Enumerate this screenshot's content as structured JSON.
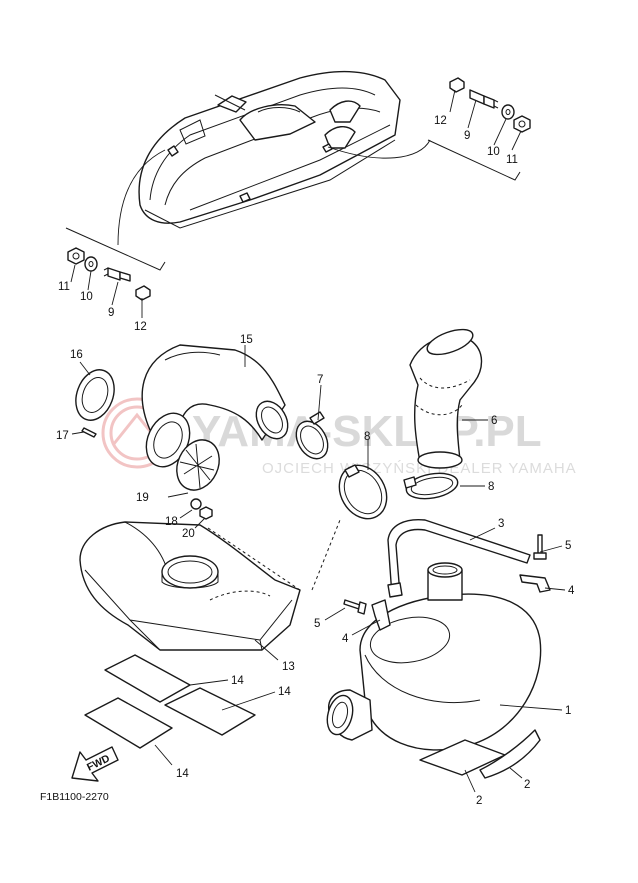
{
  "figure": {
    "reference_code": "F1B1100-2270",
    "direction_label": "FWD"
  },
  "watermark": {
    "main_text": "YAMA-SKLEP.PL",
    "sub_text": "OJCIECH WICZYŃSKI DEALER YAMAHA"
  },
  "callouts": [
    "1",
    "2",
    "2",
    "3",
    "4",
    "4",
    "5",
    "5",
    "6",
    "7",
    "8",
    "8",
    "9",
    "9",
    "10",
    "10",
    "11",
    "11",
    "12",
    "12",
    "13",
    "14",
    "14",
    "14",
    "15",
    "16",
    "17",
    "18",
    "19",
    "20"
  ]
}
